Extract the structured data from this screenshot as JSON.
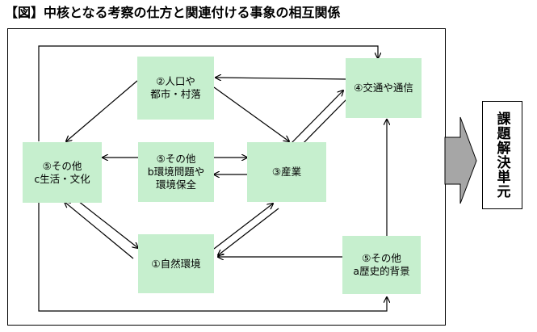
{
  "title": "【図】中核となる考察の仕方と関連付ける事象の相互関係",
  "nodes": {
    "population": {
      "line1": "②人口や",
      "line2": "都市・村落"
    },
    "traffic": {
      "line1": "④交通や通信"
    },
    "life": {
      "line1": "⑤その他",
      "line2": "c生活・文化"
    },
    "environment": {
      "line1": "⑤その他",
      "line2": "b環境問題や",
      "line3": "環境保全"
    },
    "industry": {
      "line1": "③産業"
    },
    "nature": {
      "line1": "①自然環境"
    },
    "history": {
      "line1": "⑤その他",
      "line2": "a歴史的背景"
    }
  },
  "result_label": "課題解決単元",
  "colors": {
    "node_fill": "#c6efce",
    "arrow_fill": "#a6a6a6"
  }
}
